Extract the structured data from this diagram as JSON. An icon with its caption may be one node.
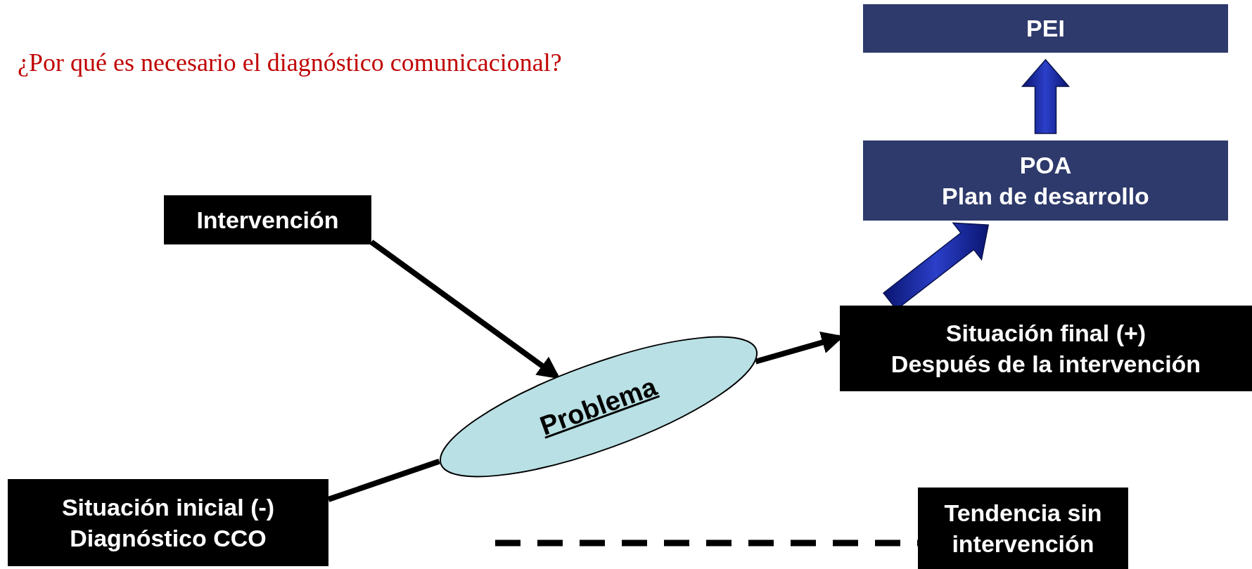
{
  "diagram": {
    "title": "¿Por qué es necesario el diagnóstico comunicacional?",
    "nodes": [
      {
        "text": [
          "PEI"
        ]
      },
      {
        "text": [
          "POA",
          "Plan de desarrollo"
        ]
      },
      {
        "text": [
          "Intervención"
        ]
      },
      {
        "text": [
          "Situación final (+)",
          "Después de la intervención"
        ]
      },
      {
        "text": [
          "Problema"
        ]
      },
      {
        "text": [
          "Situación inicial (-)",
          "Diagnóstico CCO"
        ]
      },
      {
        "text": [
          "Tendencia sin intervención"
        ]
      }
    ],
    "edges": [
      {
        "from": 2,
        "to": 4,
        "arrow": "to"
      },
      {
        "from": 5,
        "to": 4,
        "arrow": "none"
      },
      {
        "from": 4,
        "to": 3,
        "arrow": "to"
      },
      {
        "from": 3,
        "to": 1,
        "arrow": "to",
        "color": "#2b3fc9"
      },
      {
        "from": 1,
        "to": 0,
        "arrow": "to",
        "color": "#2b3fc9"
      },
      {
        "from": null,
        "to": 6,
        "arrow": "none",
        "style": "dashed"
      }
    ]
  }
}
